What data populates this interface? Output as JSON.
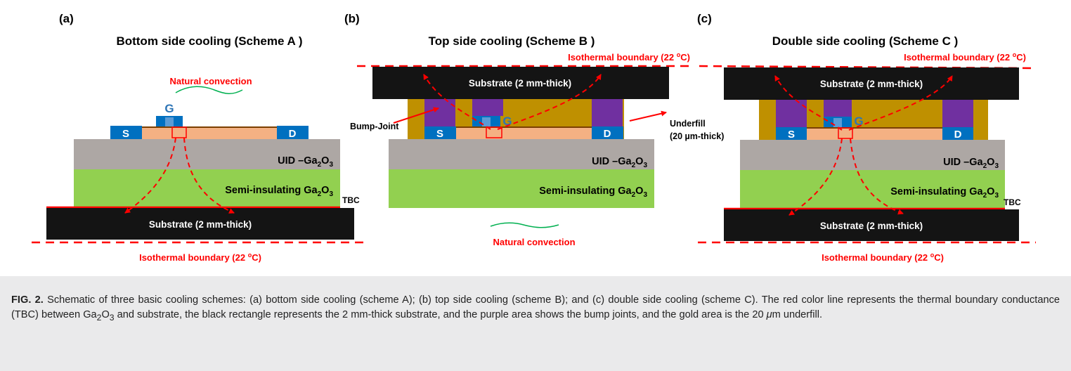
{
  "panels": [
    {
      "id": "a",
      "label": "(a)",
      "title": "Bottom side cooling (Scheme A )",
      "iso_label": "Isothermal boundary (22 ",
      "conv_label": "Natural convection",
      "substrate_bottom": "Substrate (2 mm-thick)",
      "uid_prefix": "UID –Ga",
      "uid_sub": "2",
      "uid_mid": "O",
      "uid_sub2": "3",
      "semi_prefix": "Semi-insulating Ga",
      "semi_sub": "2",
      "semi_mid": "O",
      "semi_sub2": "3",
      "tbc": "TBC",
      "s": "S",
      "g": "G",
      "d": "D"
    },
    {
      "id": "b",
      "label": "(b)",
      "title": "Top side cooling (Scheme B )",
      "iso_label": "Isothermal boundary (22 ",
      "conv_label": "Natural convection",
      "substrate_top": "Substrate (2 mm-thick)",
      "uid_prefix": "UID –Ga",
      "uid_sub": "2",
      "uid_mid": "O",
      "uid_sub2": "3",
      "semi_prefix": "Semi-insulating Ga",
      "semi_sub": "2",
      "semi_mid": "O",
      "semi_sub2": "3",
      "bump_label": "Bump-Joint",
      "underfill_label_1": "Underfill",
      "underfill_label_2": "(20 µm-thick)",
      "s": "S",
      "g": "G",
      "d": "D"
    },
    {
      "id": "c",
      "label": "(c)",
      "title": "Double side cooling (Scheme C )",
      "iso_label": "Isothermal boundary (22 ",
      "substrate_top": "Substrate (2 mm-thick)",
      "substrate_bottom": "Substrate (2 mm-thick)",
      "uid_prefix": "UID –Ga",
      "uid_sub": "2",
      "uid_mid": "O",
      "uid_sub2": "3",
      "semi_prefix": "Semi-insulating Ga",
      "semi_sub": "2",
      "semi_mid": "O",
      "semi_sub2": "3",
      "tbc": "TBC",
      "s": "S",
      "g": "G",
      "d": "D"
    }
  ],
  "deg_sup": "o",
  "deg_unit": "C)",
  "caption": {
    "fig": "FIG. 2.",
    "t1": " Schematic of three basic cooling schemes: (a) bottom side cooling (scheme A); (b) top side cooling (scheme B); and (c) double side cooling (scheme C). The red color line represents the thermal boundary conductance (TBC) between Ga",
    "s1": "2",
    "t2": "O",
    "s2": "3",
    "t3": " and substrate, the black rectangle represents the 2 mm-thick substrate, and the purple area shows the bump joints, and the gold area is the 20 ",
    "mu": "μ",
    "t4": "m underfill."
  },
  "colors": {
    "substrate": "#141414",
    "uid": "#ada7a4",
    "semi": "#92d050",
    "channel": "#f4b183",
    "electrode": "#0070c0",
    "gate_inner": "#5b9bd5",
    "underfill": "#bf9000",
    "bump": "#7030a0",
    "red": "#ff0000",
    "green": "#00b050",
    "caption_bg": "#eaeaeb"
  }
}
